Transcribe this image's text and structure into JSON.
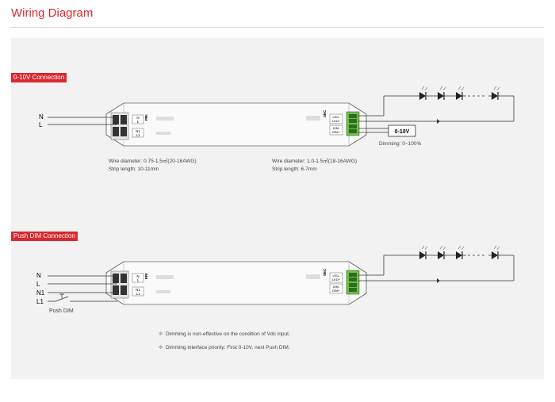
{
  "title": "Wiring Diagram",
  "sections": [
    {
      "label": "0-10V Connection",
      "inputs": [
        "N",
        "L"
      ],
      "pri_terminals": [
        [
          "N",
          "L"
        ],
        [
          "N1",
          "L1"
        ]
      ],
      "pri_label": "PRI",
      "sec_label": "SEC",
      "sec_terminals": [
        "LED-",
        "LED+",
        "DIM-",
        "DIM+"
      ],
      "dimmer_box": "0-10V",
      "dimming_range": "Dimming: 0~100%",
      "wire_left_diameter": "Wire diameter: 0.75-1.5㎡(20-16AWG)",
      "wire_left_strip": "Strip length: 10-11mm",
      "wire_right_diameter": "Wire diameter: 1.0-1.5㎡(18-16AWG)",
      "wire_right_strip": "Strip length: 6-7mm"
    },
    {
      "label": "Push DIM Connection",
      "inputs": [
        "N",
        "L",
        "N1",
        "L1"
      ],
      "pri_terminals": [
        [
          "N",
          "L"
        ],
        [
          "N1",
          "L1"
        ]
      ],
      "pri_label": "PRI",
      "sec_label": "SEC",
      "sec_terminals": [
        "LED-",
        "LED+",
        "DIM-",
        "DIM+"
      ],
      "push_label": "Push DIM"
    }
  ],
  "notes": [
    "Dimming is non-effective on the condition of Vdc input.",
    "Dimming interface priority: First 0-10V, next Push DIM."
  ],
  "note_symbol": "✻",
  "colors": {
    "accent": "#d9282e",
    "panel": "#f2f2f2",
    "line": "#333333"
  }
}
